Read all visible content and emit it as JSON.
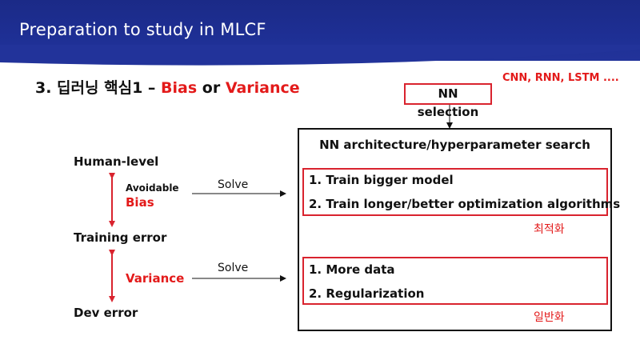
{
  "slide": {
    "title": "Preparation to study in MLCF"
  },
  "heading": {
    "prefix": "3. 딥러닝 핵심1 – ",
    "bias": "Bias",
    "or": " or ",
    "variance": "Variance"
  },
  "nn_selection": {
    "label": "NN selection",
    "examples": "CNN, RNN, LSTM ...."
  },
  "search_box": {
    "title": "NN architecture/hyperparameter search",
    "optimization": {
      "items": [
        "1. Train bigger model",
        "2. Train longer/better optimization algorithms"
      ],
      "label": "최적화"
    },
    "generalization": {
      "items": [
        "1. More data",
        "2. Regularization"
      ],
      "label": "일반화"
    }
  },
  "left": {
    "human_level": "Human-level",
    "avoidable": "Avoidable",
    "bias": "Bias",
    "training_error": "Training error",
    "variance": "Variance",
    "dev_error": "Dev error",
    "solve_1": "Solve",
    "solve_2": "Solve"
  },
  "colors": {
    "header": "#1e2f94",
    "accent_red": "#e31a1a",
    "box_red": "#d9232e"
  }
}
